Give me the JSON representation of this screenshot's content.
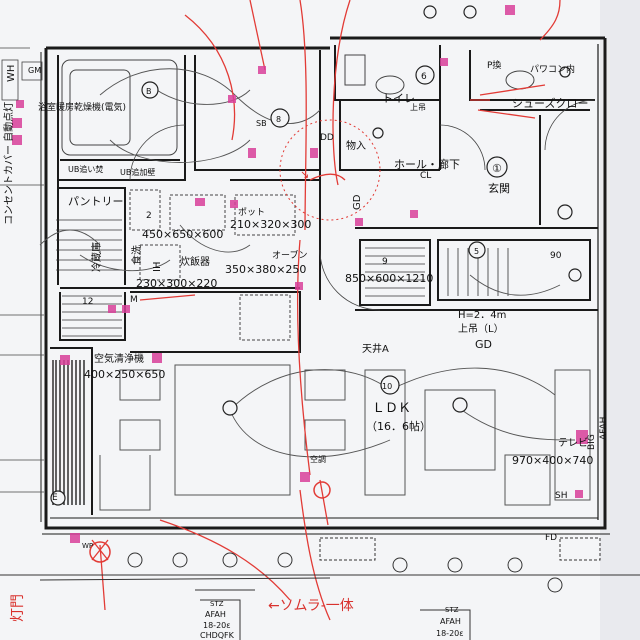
{
  "colors": {
    "paper": "#f4f5f7",
    "line": "#1a1a1a",
    "thin": "#555555",
    "red": "#e23b36",
    "magenta": "#d8409a"
  },
  "rooms": {
    "bath_gm": "GM",
    "bath_dryer": "浴室暖房乾燥機(電気)",
    "ub_switch": "UB追い焚",
    "ub_panel": "UB追加壁",
    "pantry": "パントリー",
    "fridge": "冷蔵庫",
    "ih": "IH",
    "dishwasher": "食洗",
    "hood_dims": "450×650×600",
    "rice_cooker": "炊飯器",
    "rice_dims": "230×300×220",
    "pot_dims": "210×320×300",
    "pot": "ポット",
    "oven_dims": "350×380×250",
    "oven": "オーブン",
    "toilet": "トイレ",
    "hall": "ホール・廊下",
    "entrance": "玄関",
    "storage": "物入",
    "shoes": "シューズクロー",
    "pc": "パワコン内",
    "washer_dims": "850×600×1210",
    "ceiling_a": "天井A",
    "ldk": "ＬＤＫ",
    "ldk_size": "（16．6帖）",
    "tv": "テレビ",
    "tv_dims": "970×400×740",
    "air_cleaner": "空気清浄機",
    "air_dims": "400×250×650",
    "ceiling_h": "H=2．4m",
    "upper": "上吊（L）",
    "gd": "GD",
    "sh": "SH",
    "fd": "FD",
    "pd": "P換",
    "dd": "DD"
  },
  "labels": {
    "side_left": "コンセントカバー 自動点灯",
    "side_wh": "WH",
    "n1": "①",
    "n2": "2",
    "n5": "5",
    "n6": "6",
    "n10": "10",
    "n8": "8",
    "n12": "12",
    "n9": "9",
    "n90": "90",
    "b": "B",
    "e": "E",
    "sb": "SB",
    "cl": "CL",
    "wp": "WP",
    "tm": "M",
    "stz": "STZ",
    "afah": "AFAH",
    "afah_range": "18-20ε",
    "chd": "CHDQFK",
    "big": "BIG",
    "afah_side": "AFAH",
    "aircon": "空調",
    "gd_left": "GD",
    "upper2": "上吊"
  },
  "annotations": {
    "red_bottom": "←ソムラ-一体",
    "red_left": "灯門",
    "red_right": "↘"
  }
}
